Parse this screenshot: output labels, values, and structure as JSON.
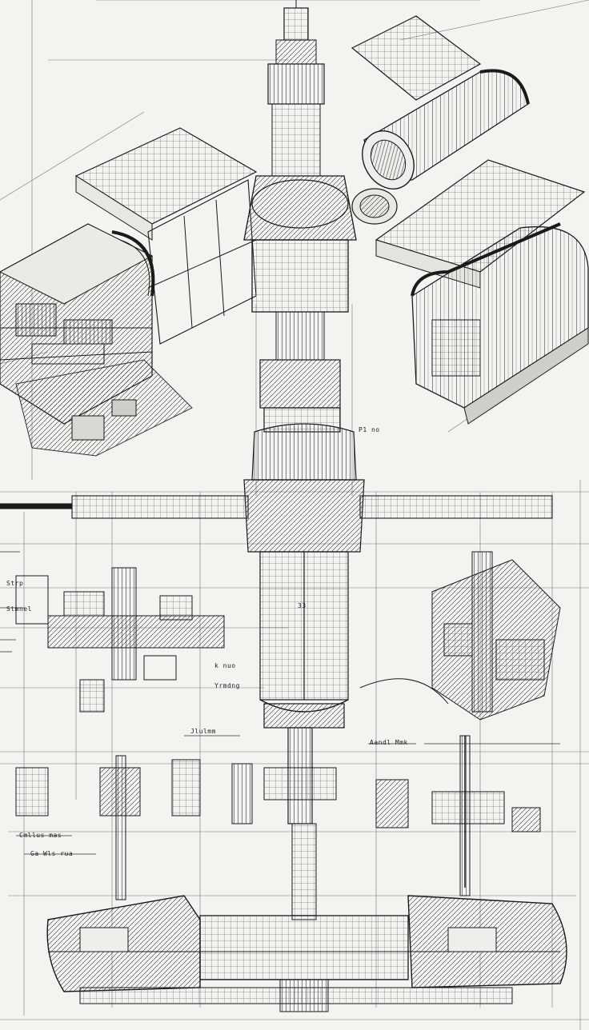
{
  "drawing": {
    "subject": "isometric technical blueprint of a modular space station / tower complex",
    "style": "black ink line drawing on off-white paper",
    "colors": {
      "paper": "#f4f3ef",
      "ink": "#1a1a1a",
      "light_ink": "#6a6a6a"
    }
  },
  "annotations": {
    "a1": "P1 no",
    "a2": "33",
    "a3": "Strp",
    "a4": "Stmnel",
    "a5": "k nuo",
    "a6": "Yrmdng",
    "a7": "Jlulmm",
    "a8": "Aandl Mmk",
    "a9": "Cmllus mas",
    "a10": "Ga Wls rua"
  }
}
